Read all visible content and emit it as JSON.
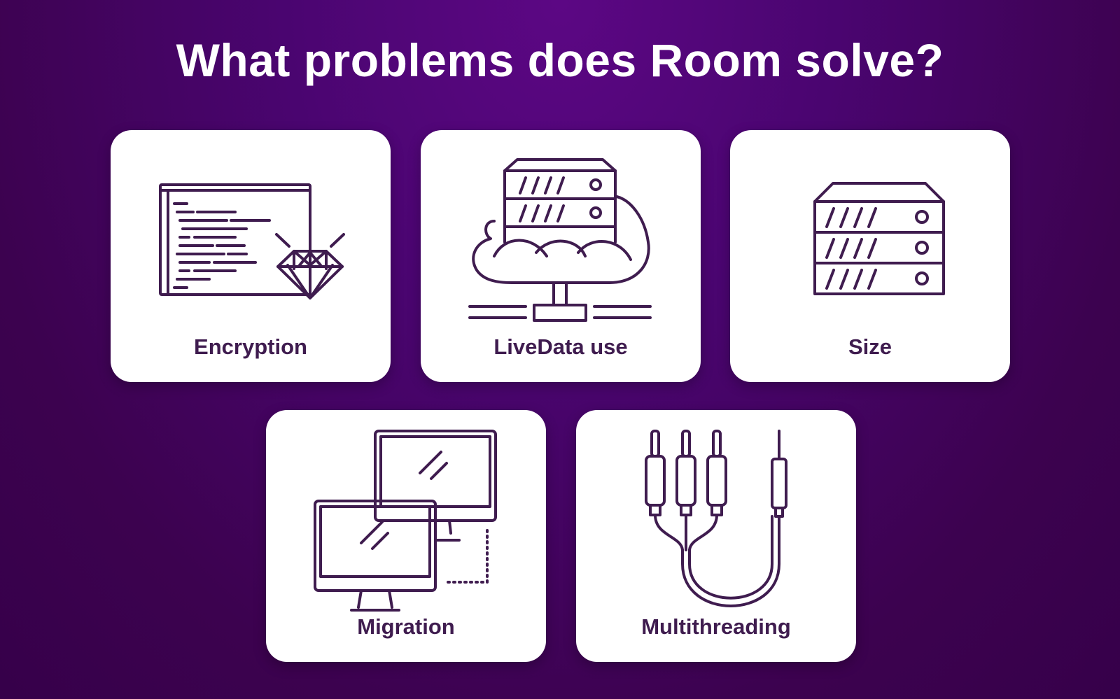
{
  "title": "What problems does Room solve?",
  "cards": [
    {
      "label": "Encryption",
      "icon": "code-window-diamond-icon"
    },
    {
      "label": "LiveData use",
      "icon": "cloud-server-icon"
    },
    {
      "label": "Size",
      "icon": "server-rack-icon"
    },
    {
      "label": "Migration",
      "icon": "two-monitors-icon"
    },
    {
      "label": "Multithreading",
      "icon": "audio-cables-icon"
    }
  ],
  "colors": {
    "accent": "#3f1c4f",
    "background": "#4a0570",
    "card": "#ffffff"
  }
}
